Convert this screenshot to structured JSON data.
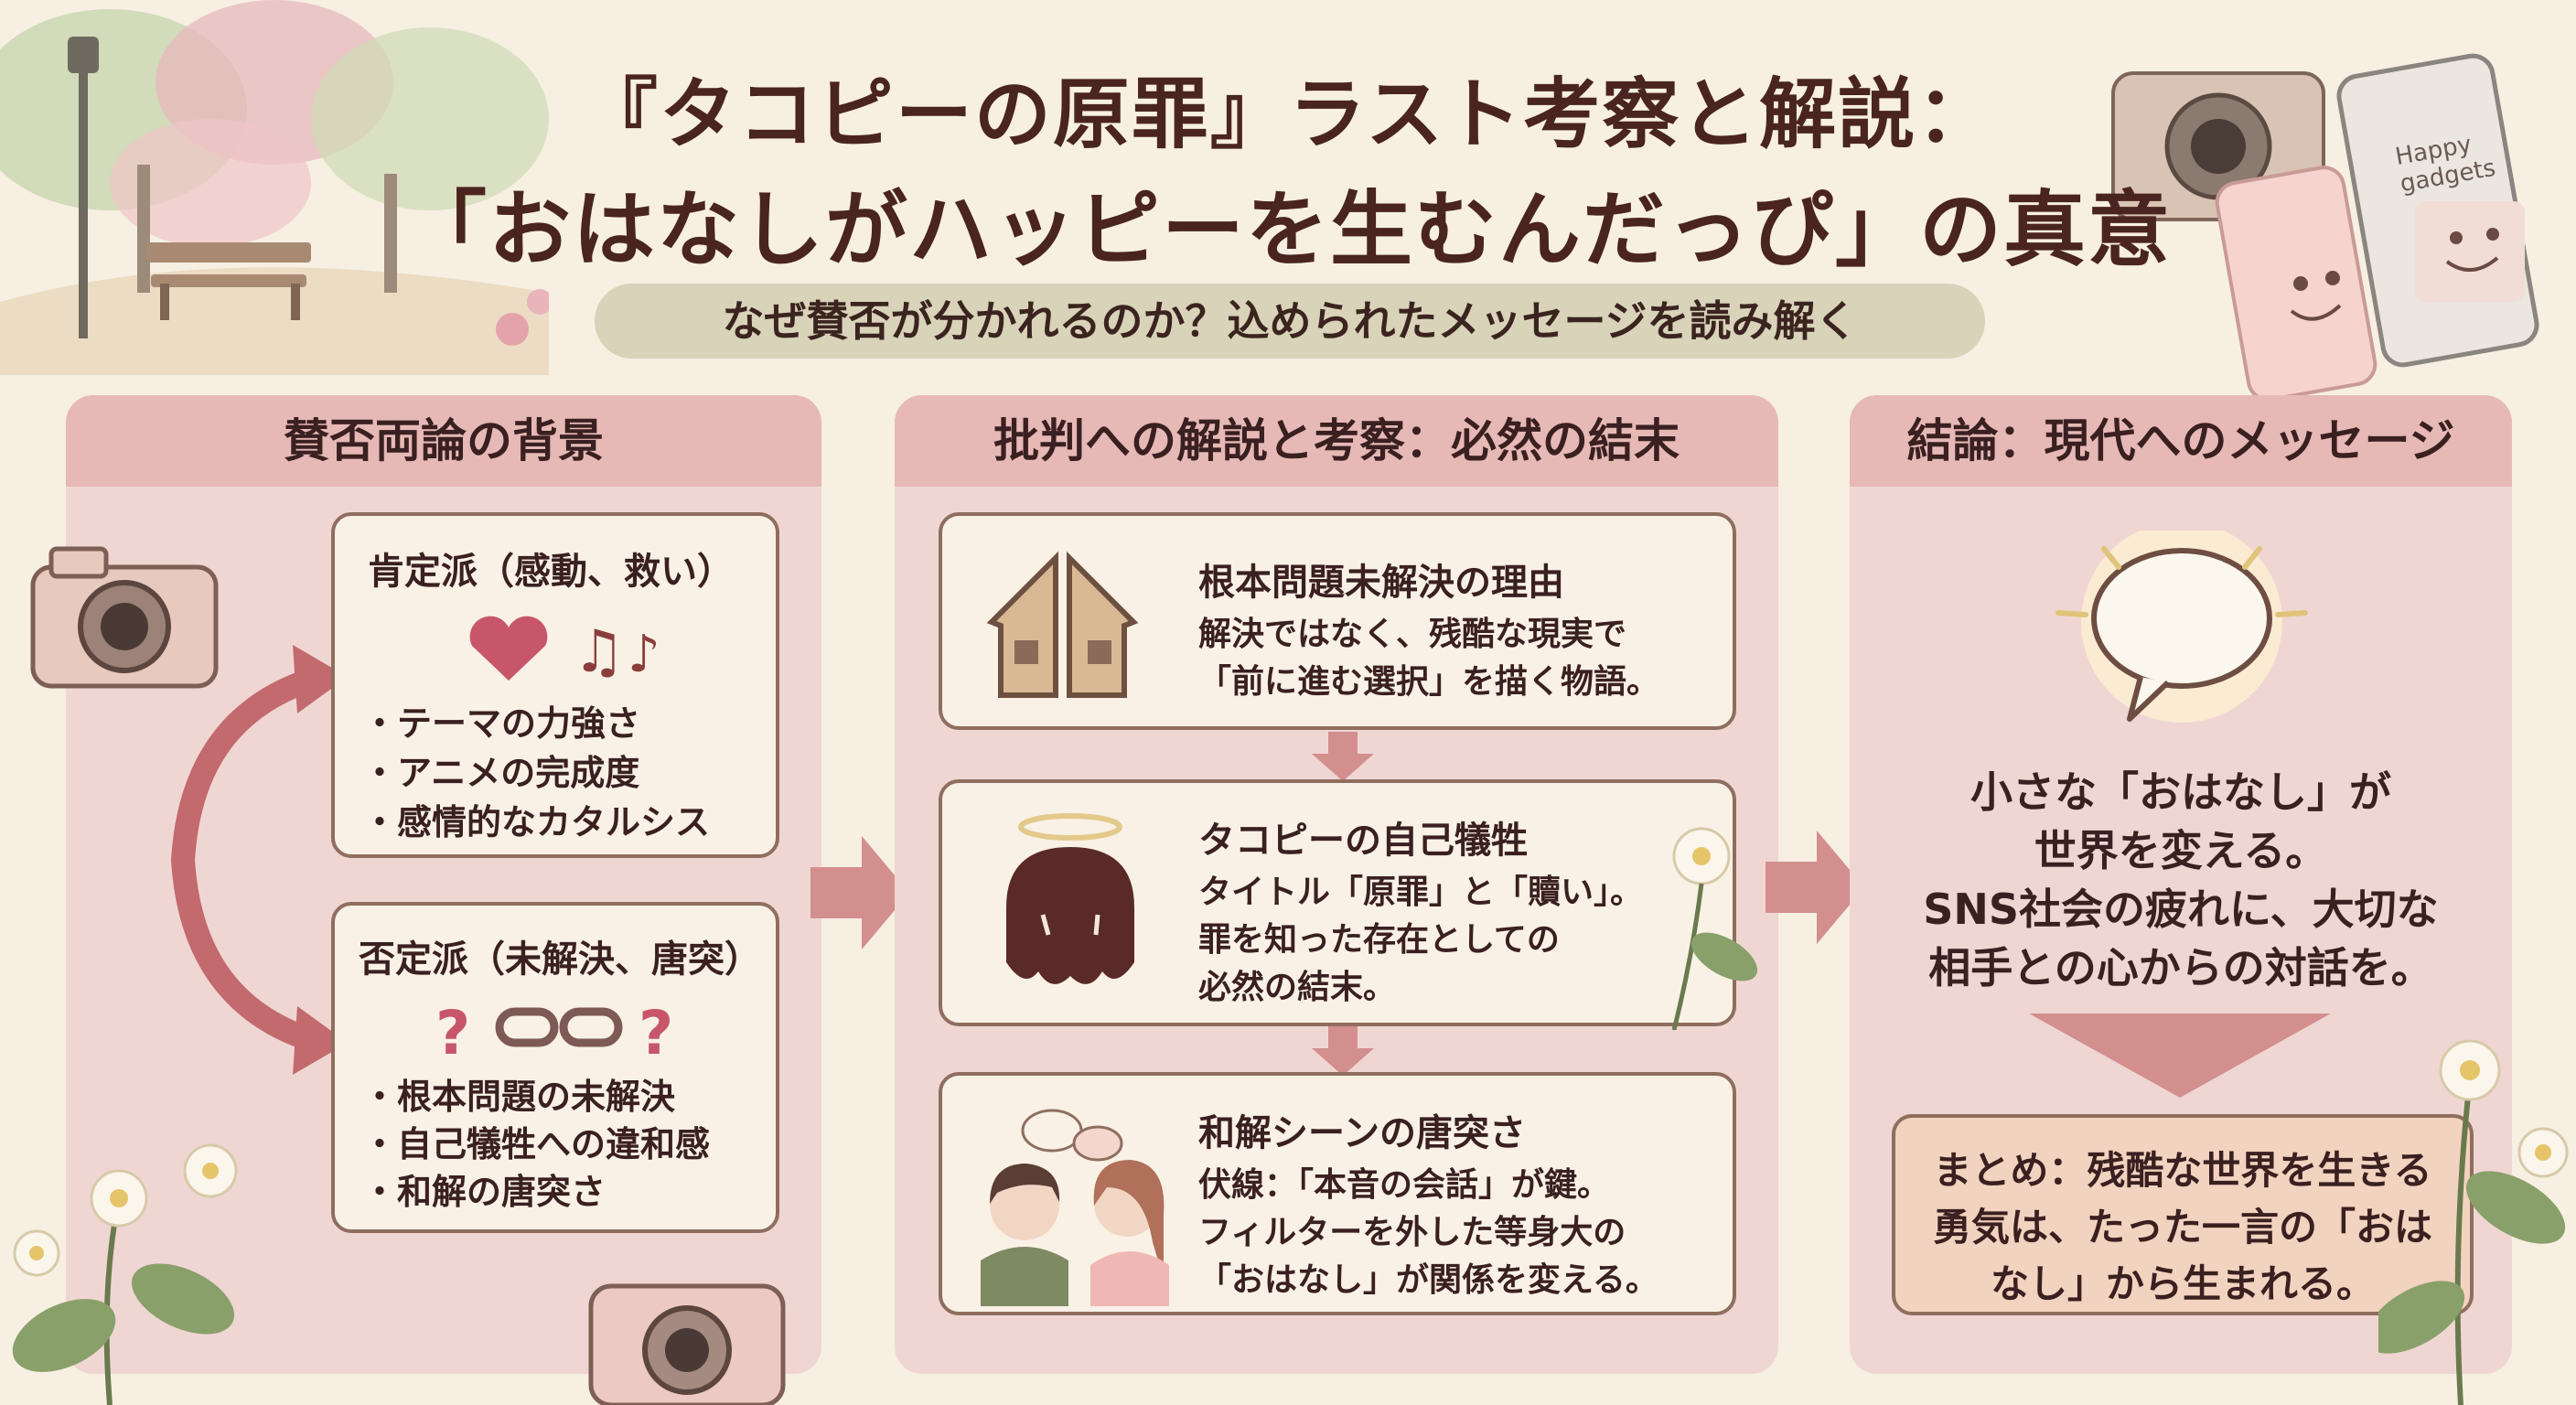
{
  "header": {
    "title_line1": "『タコピーの原罪』ラスト考察と解説：",
    "title_line2": "「おはなしがハッピーを生むんだっぴ」の真意",
    "subtitle": "なぜ賛否が分かれるのか？込められたメッセージを読み解く"
  },
  "column1": {
    "heading": "賛否両論の背景",
    "positive": {
      "title": "肯定派（感動、救い）",
      "items": [
        "・テーマの力強さ",
        "・アニメの完成度",
        "・感情的なカタルシス"
      ]
    },
    "negative": {
      "title": "否定派（未解決、唐突）",
      "items": [
        "・根本問題の未解決",
        "・自己犠牲への違和感",
        "・和解の唐突さ"
      ]
    }
  },
  "column2": {
    "heading": "批判への解説と考察：必然の結末",
    "cards": [
      {
        "title": "根本問題未解決の理由",
        "lines": [
          "解決ではなく、残酷な現実で",
          "「前に進む選択」を描く物語。"
        ]
      },
      {
        "title": "タコピーの自己犠牲",
        "lines": [
          "タイトル「原罪」と「贖い」。",
          "罪を知った存在としての",
          "必然の結末。"
        ]
      },
      {
        "title": "和解シーンの唐突さ",
        "lines": [
          "伏線：「本音の会話」が鍵。",
          "フィルターを外した等身大の",
          "「おはなし」が関係を変える。"
        ]
      }
    ]
  },
  "column3": {
    "heading": "結論：現代へのメッセージ",
    "message_lines": [
      "小さな「おはなし」が",
      "世界を変える。",
      "SNS社会の疲れに、大切な",
      "相手との心からの対話を。"
    ],
    "summary_lines": [
      "まとめ：残酷な世界を生きる",
      "勇気は、たった一言の「おは",
      "なし」から生まれる。"
    ]
  },
  "decor": {
    "phone_screen_text": "Happy gadgets",
    "accent_color": "#c26a6e",
    "panel_color": "#efd6d3",
    "header_band_color": "#e6b9b6"
  }
}
